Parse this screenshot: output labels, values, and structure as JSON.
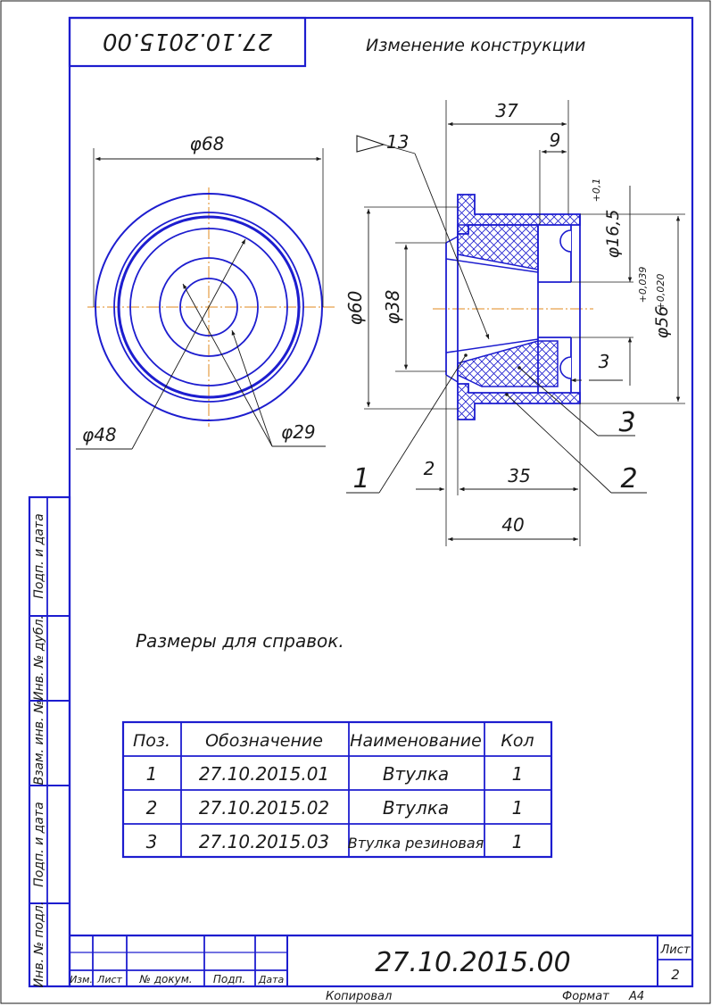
{
  "colors": {
    "frame": "#1d1dcf",
    "ink": "#1a1a1a",
    "axis": "#e08a1e",
    "hatch": "#1d1dcf"
  },
  "top_stamp": "27.10.2015.00",
  "change_note": "Изменение конструкции",
  "front_view": {
    "dim_outer": "φ68",
    "dim_48": "φ48",
    "dim_29": "φ29"
  },
  "section_view": {
    "roughness": "13",
    "dim_37": "37",
    "dim_9": "9",
    "dim_60": "φ60",
    "dim_38": "φ38",
    "dim_165_base": "φ16,5",
    "dim_165_tol": "+0,1",
    "dim_56_base": "φ56",
    "dim_56_tol_upper": "+0,039",
    "dim_56_tol_lower": "+0,020",
    "dim_3": "3",
    "dim_2": "2",
    "dim_35": "35",
    "dim_40": "40",
    "callout_1": "1",
    "callout_2": "2",
    "callout_3": "3"
  },
  "note": "Размеры для справок.",
  "spec_table": {
    "headers": [
      "Поз.",
      "Обозначение",
      "Наименование",
      "Кол"
    ],
    "rows": [
      [
        "1",
        "27.10.2015.01",
        "Втулка",
        "1"
      ],
      [
        "2",
        "27.10.2015.02",
        "Втулка",
        "1"
      ],
      [
        "3",
        "27.10.2015.03",
        "Втулка резиновая",
        "1"
      ]
    ]
  },
  "side_stamp": [
    "Подп. и дата",
    "Инв. № дубл.",
    "Взам. инв. №",
    "Подп. и дата",
    "Инв. № подл."
  ],
  "title_block": {
    "columns": [
      "Изм.",
      "Лист",
      "№ докум.",
      "Подп.",
      "Дата"
    ],
    "designation": "27.10.2015.00",
    "sheet_label": "Лист",
    "sheet_number": "2"
  },
  "footer": {
    "copied": "Копировал",
    "format_label": "Формат",
    "format_value": "А4"
  }
}
